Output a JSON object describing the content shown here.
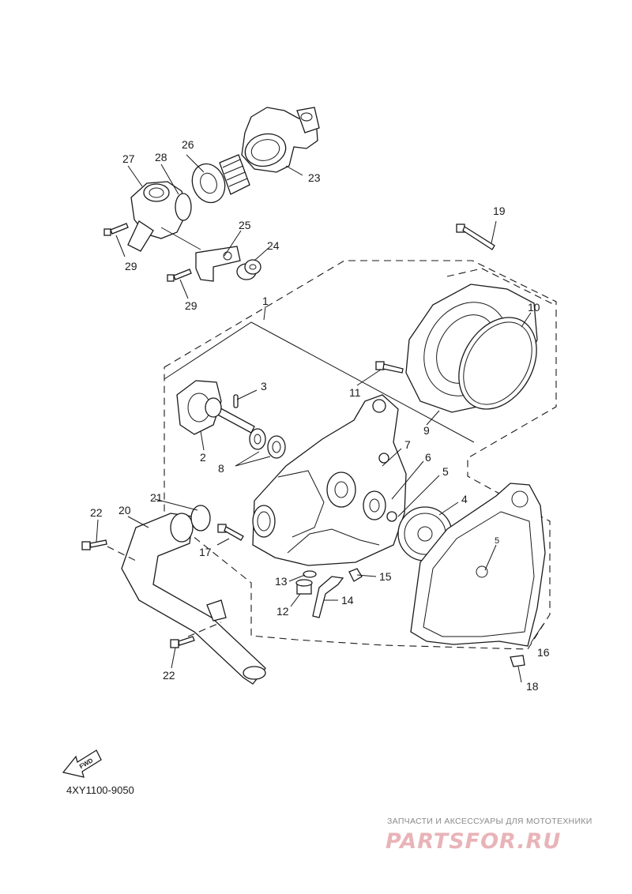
{
  "labels": {
    "p1": "1",
    "p2": "2",
    "p3": "3",
    "p4": "4",
    "p5": "5",
    "p5b": "5",
    "p6": "6",
    "p7": "7",
    "p8": "8",
    "p9": "9",
    "p10": "10",
    "p11": "11",
    "p12": "12",
    "p13": "13",
    "p14": "14",
    "p15": "15",
    "p16": "16",
    "p17": "17",
    "p18": "18",
    "p19": "19",
    "p20": "20",
    "p21": "21",
    "p22a": "22",
    "p22b": "22",
    "p23": "23",
    "p24": "24",
    "p25": "25",
    "p26": "26",
    "p27": "27",
    "p28": "28",
    "p29a": "29",
    "p29b": "29"
  },
  "fwd_label": "FWD",
  "drawing_code": "4XY1100-9050",
  "watermark": {
    "tagline": "ЗАПЧАСТИ И АКСЕССУАРЫ ДЛЯ МОТОТЕХНИКИ",
    "logo_text": "PARTSFOR.RU"
  },
  "colors": {
    "line": "#1a1a1a",
    "background": "#ffffff",
    "watermark_logo": "#e8b4b8",
    "watermark_text": "#8a8a8a"
  }
}
